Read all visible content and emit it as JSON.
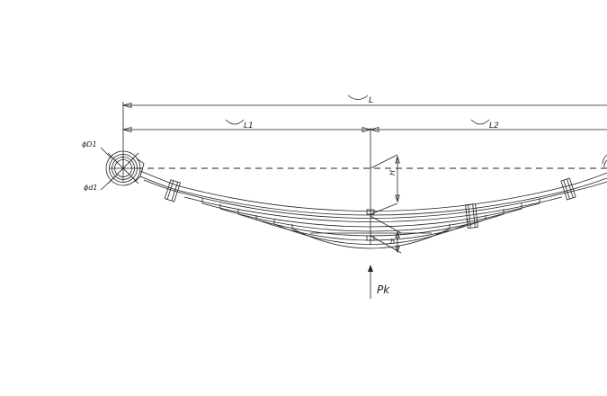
{
  "drawing": {
    "labels": {
      "total_length": "L",
      "left_length": "L1",
      "right_length": "L2",
      "eye_outer_diameter": "ϕD1",
      "eye_inner_diameter": "ϕd1",
      "arc_height": "H",
      "thickness": "h",
      "load": "Pk"
    }
  }
}
